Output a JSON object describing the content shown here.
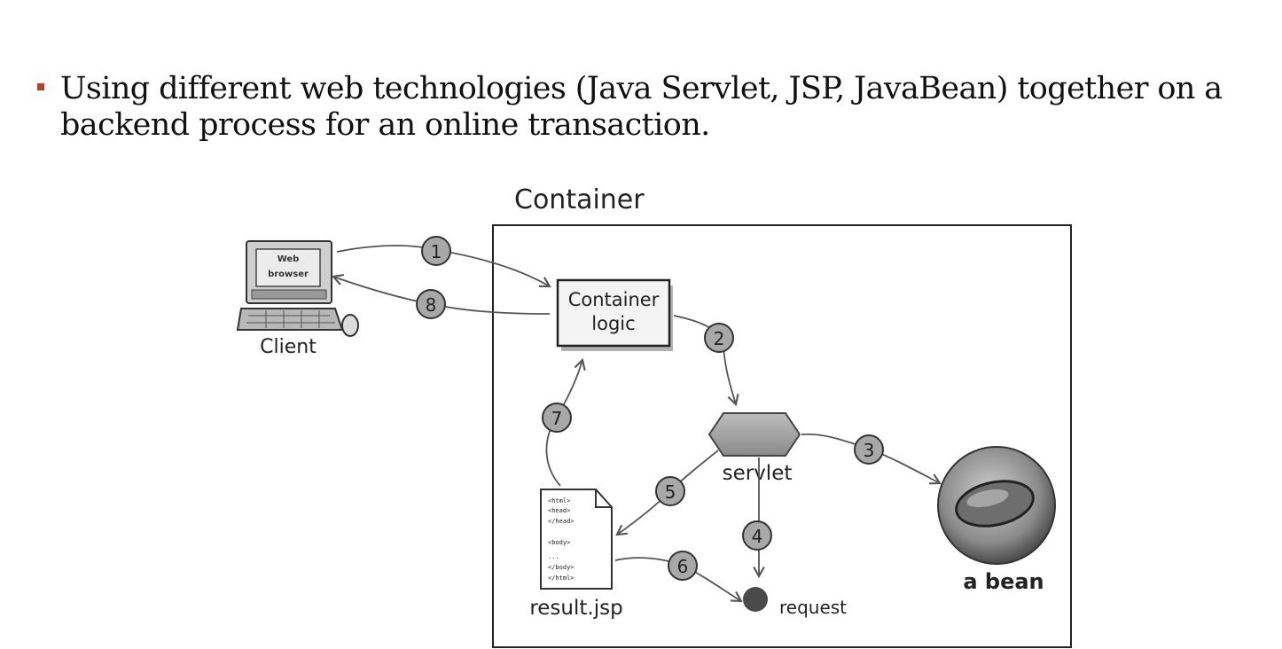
{
  "slide": {
    "bullet_text": "Using different web technologies (Java Servlet, JSP, JavaBean) together on a backend process for an online transaction."
  },
  "diagram": {
    "container_label": "Container",
    "client": {
      "screen_line1": "Web",
      "screen_line2": "browser",
      "label": "Client"
    },
    "container_logic": {
      "line1": "Container",
      "line2": "logic"
    },
    "servlet_label": "servlet",
    "bean_label": "a bean",
    "request_label": "request",
    "jsp": {
      "label": "result.jsp",
      "code_lines": [
        "<html>",
        "<head>",
        "</head>",
        "<body>",
        "...",
        "</body>",
        "</html>"
      ]
    },
    "steps": [
      "1",
      "2",
      "3",
      "4",
      "5",
      "6",
      "7",
      "8"
    ]
  },
  "colors": {
    "bullet_accent": "#b5402a",
    "step_circle_fill": "#a8a8a8",
    "servlet_fill": "#9e9e9e",
    "bean_fill": "#8f8f8f"
  }
}
